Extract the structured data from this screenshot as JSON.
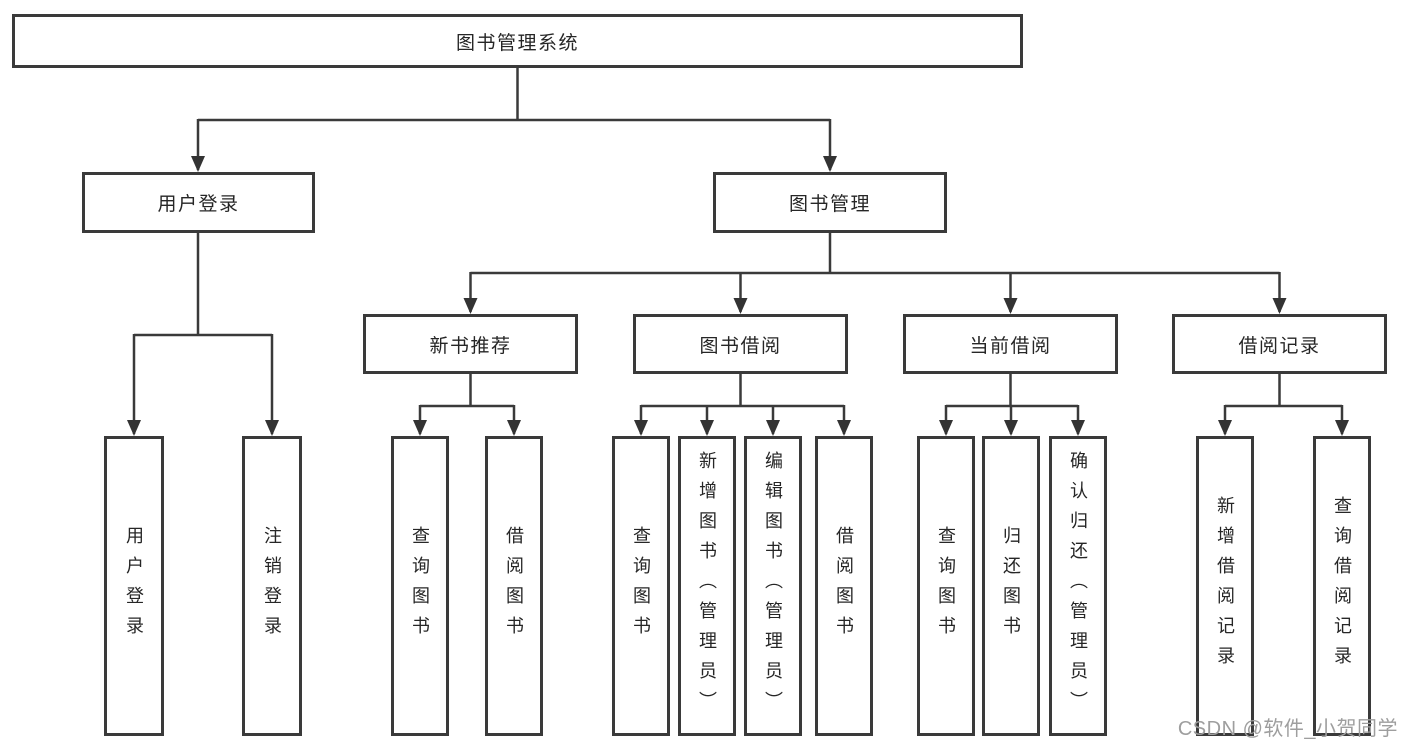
{
  "diagram": {
    "watermark": "CSDN @软件_小贺同学",
    "colors": {
      "line": "#3a3a3a",
      "text": "#262626",
      "watermark": "#9e9e9e",
      "background": "#ffffff"
    }
  },
  "nodes": {
    "root": {
      "label": "图书管理系统"
    },
    "user_login": {
      "label": "用户登录"
    },
    "book_mgmt": {
      "label": "图书管理"
    },
    "new_books": {
      "label": "新书推荐"
    },
    "book_borrow": {
      "label": "图书借阅"
    },
    "current_borrow": {
      "label": "当前借阅"
    },
    "borrow_records": {
      "label": "借阅记录"
    },
    "leaf_user_login": {
      "label": "用户登录"
    },
    "leaf_logout": {
      "label": "注销登录"
    },
    "leaf_nb_query": {
      "label": "查询图书"
    },
    "leaf_nb_borrow": {
      "label": "借阅图书"
    },
    "leaf_bb_query": {
      "label": "查询图书"
    },
    "leaf_bb_add": {
      "label": "新增图书（管理员）"
    },
    "leaf_bb_edit": {
      "label": "编辑图书（管理员）"
    },
    "leaf_bb_borrow": {
      "label": "借阅图书"
    },
    "leaf_cb_query": {
      "label": "查询图书"
    },
    "leaf_cb_return": {
      "label": "归还图书"
    },
    "leaf_cb_confirm": {
      "label": "确认归还（管理员）"
    },
    "leaf_br_add": {
      "label": "新增借阅记录"
    },
    "leaf_br_query": {
      "label": "查询借阅记录"
    }
  }
}
